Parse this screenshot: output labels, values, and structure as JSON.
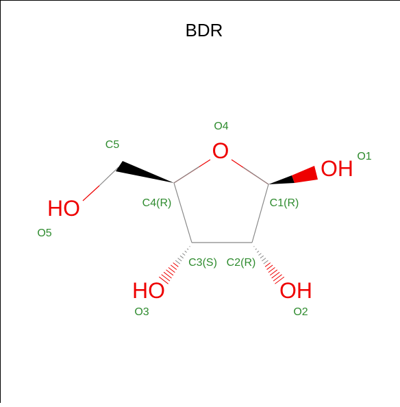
{
  "title": "BDR",
  "colors": {
    "label": "#2e8b2e",
    "oxygen": "#ee0000",
    "bond": "#888888",
    "wedge": "#000000",
    "text": "#000000"
  },
  "heteroatoms": {
    "ring_o": "O",
    "c1_oh": "OH",
    "c2_oh": "OH",
    "c3_oh": "HO",
    "c5_oh": "HO"
  },
  "atom_labels": {
    "o4": "O4",
    "o1": "O1",
    "c5": "C5",
    "c4": "C4(R)",
    "c1": "C1(R)",
    "o5": "O5",
    "c3": "C3(S)",
    "c2": "C2(R)",
    "o3": "O3",
    "o2": "O2"
  }
}
